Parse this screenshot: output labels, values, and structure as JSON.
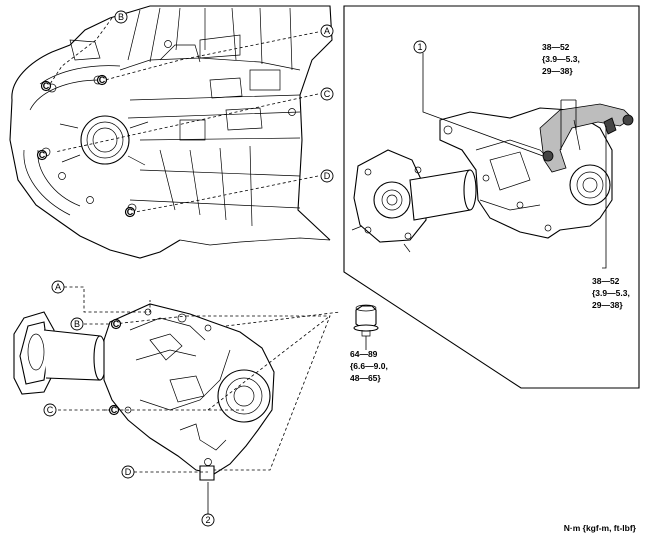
{
  "callouts": {
    "A": "A",
    "B": "B",
    "C": "C",
    "D": "D",
    "item1": "1",
    "item2": "2"
  },
  "bolt_marker": "C",
  "torque_bracket_upper": [
    "38—52",
    "{3.9—5.3,",
    "29—38}"
  ],
  "torque_bracket_lower": [
    "38—52",
    "{3.9—5.3,",
    "29—38}"
  ],
  "torque_bolt": [
    "64—89",
    "{6.6—9.0,",
    "48—65}"
  ],
  "unit_label": "N·m {kgf-m, ft-lbf}"
}
